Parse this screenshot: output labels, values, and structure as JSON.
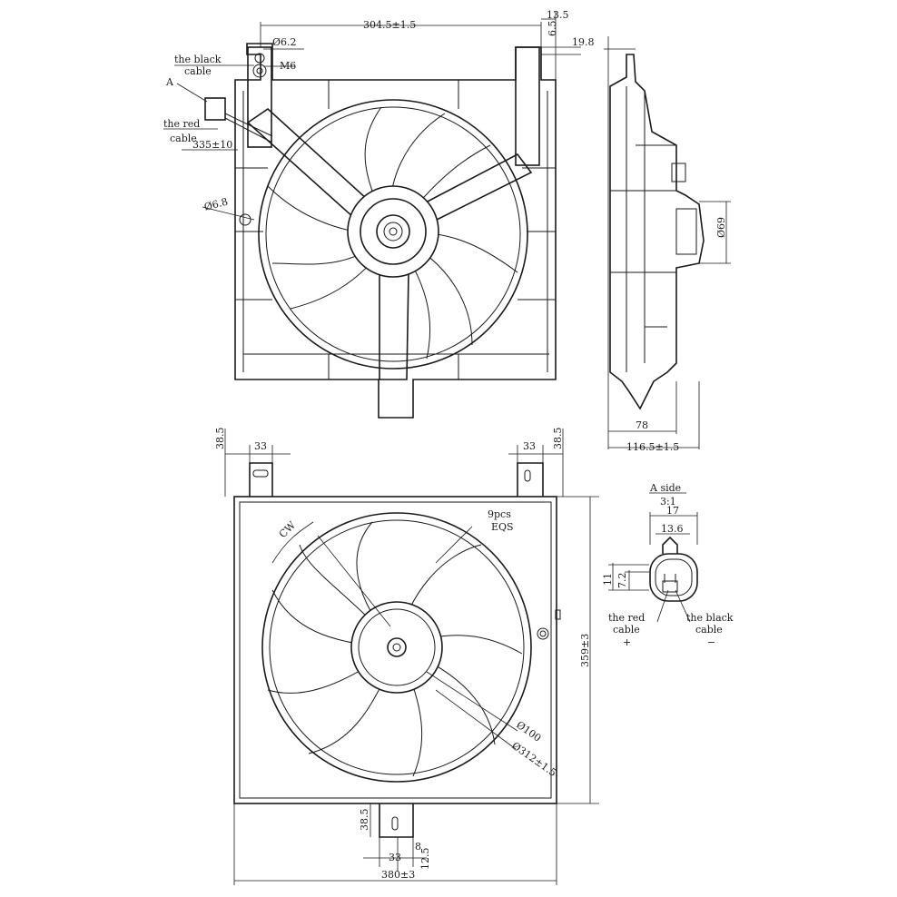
{
  "top_view": {
    "dim_width": "304.5±1.5",
    "dim_13_5": "13.5",
    "dim_6_5": "6.5",
    "dim_hole": "Ø6.2",
    "dim_m6": "M6",
    "label_black": [
      "the black",
      "cable"
    ],
    "label_a": "A",
    "label_red": [
      "the red",
      "cable"
    ],
    "dim_cable": "335±10",
    "dim_hole2": "Ø6.8"
  },
  "side_view": {
    "dim_19_8": "19.8",
    "dim_motor": "Ø69",
    "dim_78": "78",
    "dim_depth": "116.5±1.5"
  },
  "front_view": {
    "dim_38_5_left": "38.5",
    "dim_33_left": "33",
    "dim_33_right": "33",
    "dim_38_5_right": "38.5",
    "label_blades": [
      "9pcs",
      "EQS"
    ],
    "label_cw": "CW",
    "dim_height": "359±3",
    "dim_hub": "Ø100",
    "dim_fan": "Ø312±1.5",
    "dim_38_5_bottom": "38.5",
    "dim_8": "8",
    "dim_33_bottom": "33",
    "dim_12_5": "12.5",
    "dim_total_width": "380±3"
  },
  "connector_view": {
    "title": "A side",
    "scale": "3:1",
    "dim_17": "17",
    "dim_13_6": "13.6",
    "dim_11": "11",
    "dim_7_2": "7.2",
    "label_red": [
      "the red",
      "cable"
    ],
    "sign_plus": "+",
    "label_black": [
      "the black",
      "cable"
    ],
    "sign_minus": "−"
  }
}
